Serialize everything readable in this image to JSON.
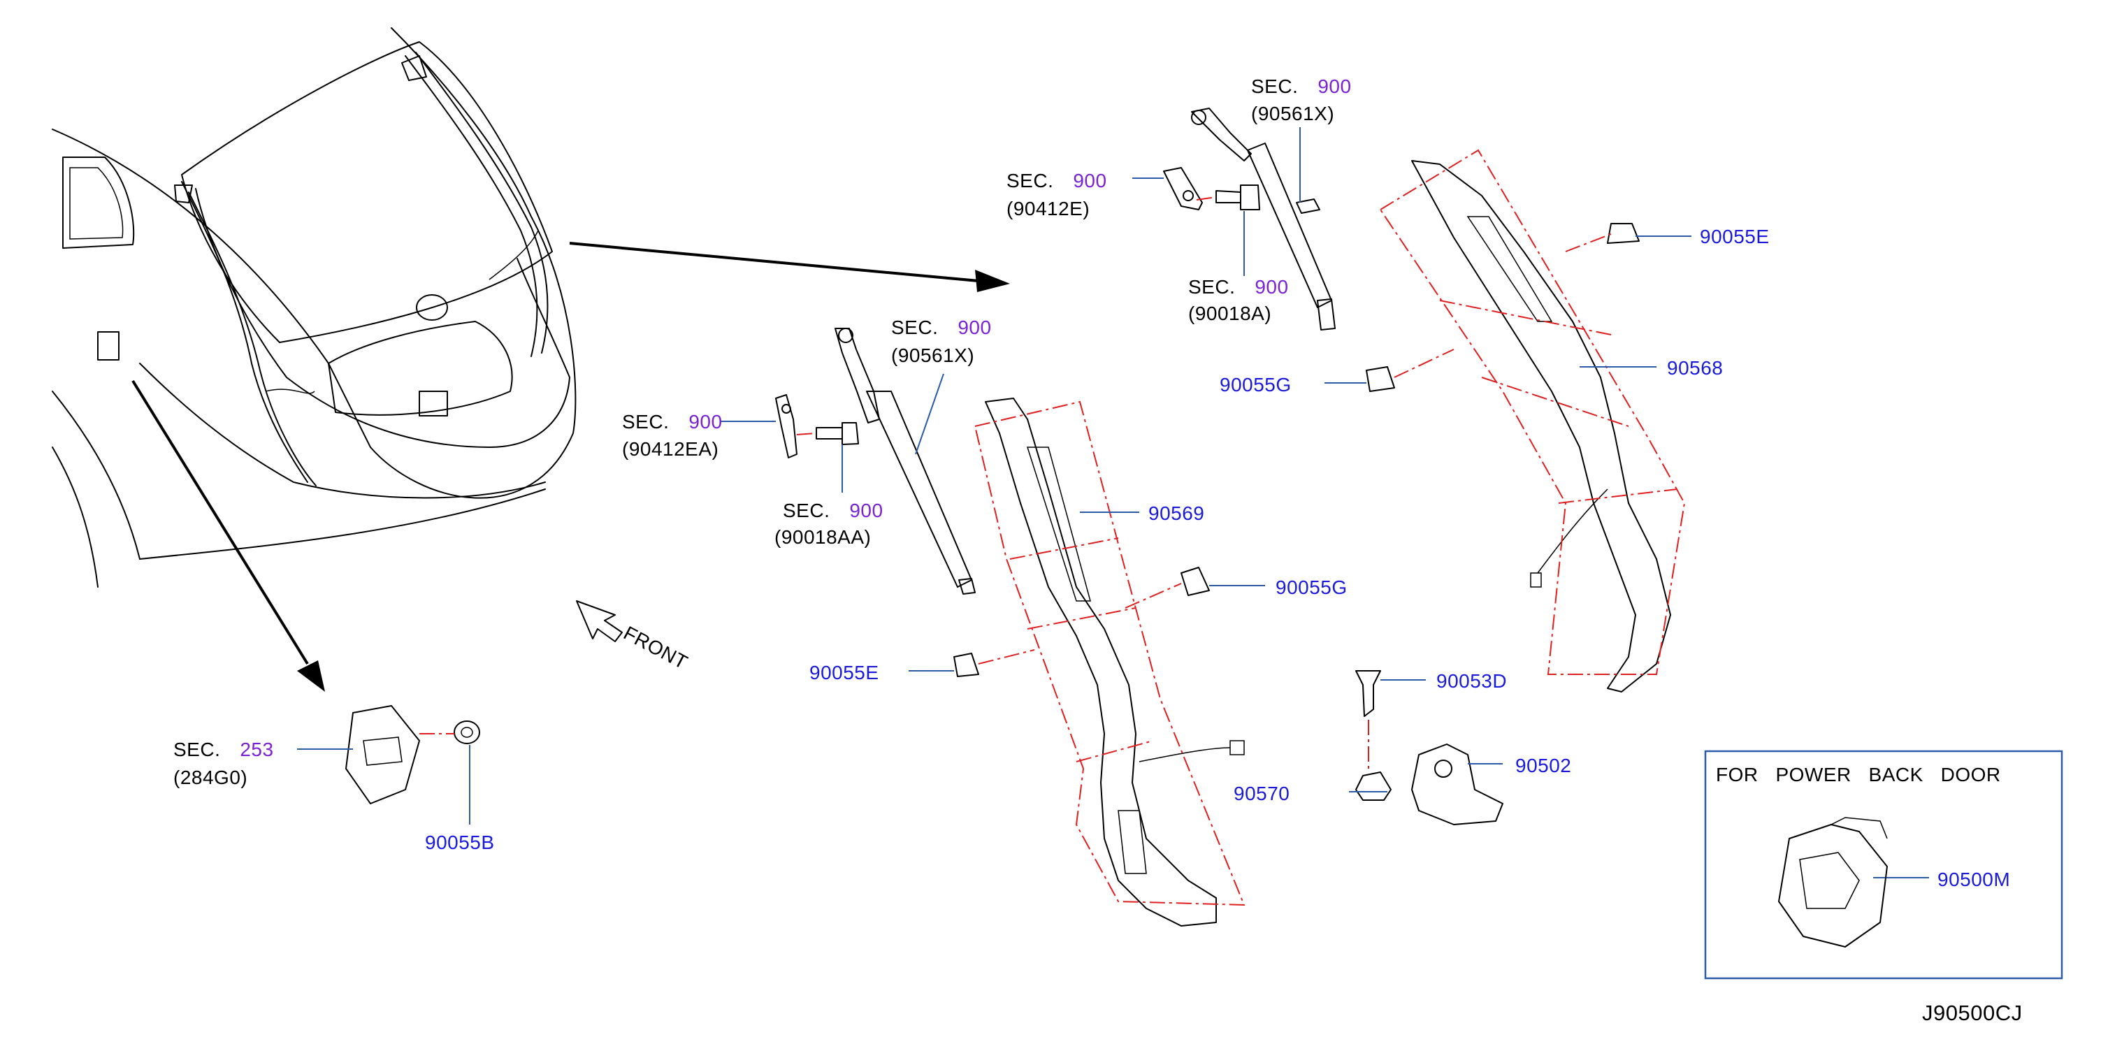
{
  "callouts": [
    {
      "id": "sec900-90561x-top",
      "sec": "SEC.",
      "num": "900",
      "code": "(90561X)"
    },
    {
      "id": "sec900-90412e",
      "sec": "SEC.",
      "num": "900",
      "code": "(90412E)"
    },
    {
      "id": "sec900-90018a",
      "sec": "SEC.",
      "num": "900",
      "code": "(90018A)"
    },
    {
      "id": "sec900-90561x-mid",
      "sec": "SEC.",
      "num": "900",
      "code": "(90561X)"
    },
    {
      "id": "sec900-90412ea",
      "sec": "SEC.",
      "num": "900",
      "code": "(90412EA)"
    },
    {
      "id": "sec900-90018aa",
      "sec": "SEC.",
      "num": "900",
      "code": "(90018AA)"
    },
    {
      "id": "sec253-284g0",
      "sec": "SEC.",
      "num": "253",
      "code": "(284G0)"
    }
  ],
  "parts": [
    {
      "id": "p90055e-top",
      "label": "90055E"
    },
    {
      "id": "p90568",
      "label": "90568"
    },
    {
      "id": "p90055g-top",
      "label": "90055G"
    },
    {
      "id": "p90569",
      "label": "90569"
    },
    {
      "id": "p90055g-mid",
      "label": "90055G"
    },
    {
      "id": "p90055e-mid",
      "label": "90055E"
    },
    {
      "id": "p90053d",
      "label": "90053D"
    },
    {
      "id": "p90502",
      "label": "90502"
    },
    {
      "id": "p90570",
      "label": "90570"
    },
    {
      "id": "p90055b",
      "label": "90055B"
    },
    {
      "id": "p90500m",
      "label": "90500M"
    }
  ],
  "front_label": "FRONT",
  "inset_title": "FOR   POWER   BACK   DOOR",
  "diagram_code": "J90500CJ",
  "colors": {
    "part_label": "#1a1adc",
    "section_number": "#7b22d6",
    "leader": "#2a5aa8",
    "centerline": "#e02020",
    "linework": "#000000"
  }
}
